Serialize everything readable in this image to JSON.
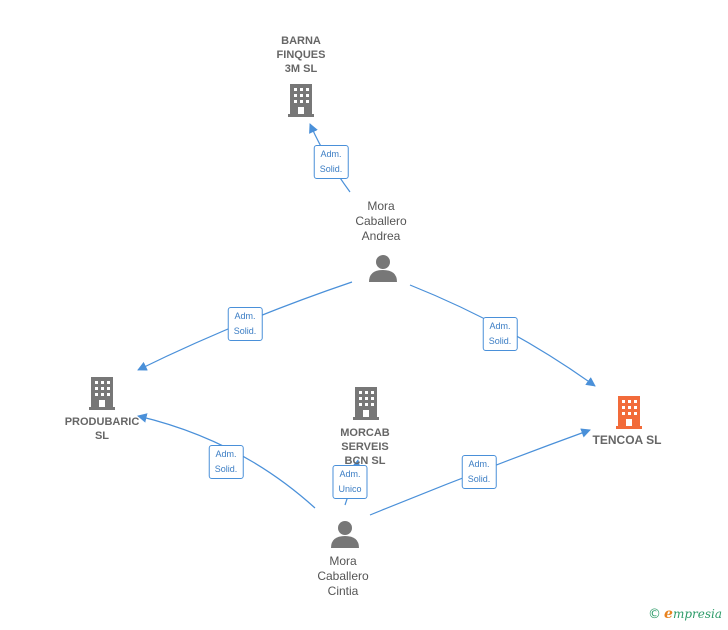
{
  "nodes": {
    "barna": {
      "lines": [
        "BARNA",
        "FINQUES",
        "3M  SL"
      ]
    },
    "mora_andrea": {
      "lines": [
        "Mora",
        "Caballero",
        "Andrea"
      ]
    },
    "produbaric": {
      "lines": [
        "PRODUBARIC",
        "SL"
      ]
    },
    "morcab": {
      "lines": [
        "MORCAB",
        "SERVEIS",
        "BCN  SL"
      ]
    },
    "tencoa": {
      "lines": [
        "TENCOA  SL"
      ]
    },
    "mora_cintia": {
      "lines": [
        "Mora",
        "Caballero",
        "Cintia"
      ]
    }
  },
  "edges": {
    "andrea_barna": {
      "lines": [
        "Adm.",
        "Solid."
      ]
    },
    "andrea_produbaric": {
      "lines": [
        "Adm.",
        "Solid."
      ]
    },
    "andrea_tencoa": {
      "lines": [
        "Adm.",
        "Solid."
      ]
    },
    "cintia_produbaric": {
      "lines": [
        "Adm.",
        "Solid."
      ]
    },
    "cintia_morcab": {
      "lines": [
        "Adm.",
        "Unico"
      ]
    },
    "cintia_tencoa": {
      "lines": [
        "Adm.",
        "Solid."
      ]
    }
  },
  "colors": {
    "edge": "#4a90d9",
    "company_icon": "#777777",
    "target_icon": "#f26b3a",
    "person_icon": "#777777"
  },
  "icons": {
    "company": "building-icon",
    "person": "person-icon"
  },
  "brand": {
    "copyright": "©",
    "initial": "e",
    "name": "mpresia"
  }
}
